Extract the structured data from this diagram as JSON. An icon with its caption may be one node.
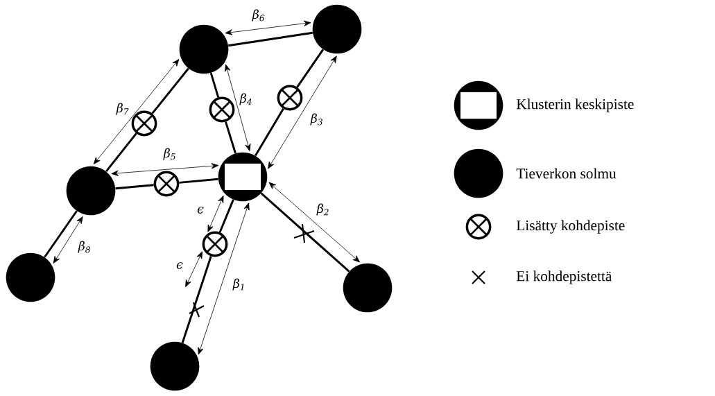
{
  "diagram": {
    "nodes": [
      {
        "text": [],
        "shape": "circle"
      },
      {
        "text": [],
        "shape": "circle"
      },
      {
        "text": [],
        "shape": "circled-box"
      },
      {
        "text": [],
        "shape": "circle"
      },
      {
        "text": [],
        "shape": "circle"
      },
      {
        "text": [],
        "shape": "circle"
      },
      {
        "text": [],
        "shape": "circle"
      },
      {
        "text": [],
        "shape": "circled-cross"
      },
      {
        "text": [],
        "shape": "circled-cross"
      },
      {
        "text": [],
        "shape": "circled-cross"
      },
      {
        "text": [],
        "shape": "circled-cross"
      },
      {
        "text": [],
        "shape": "circled-cross"
      }
    ],
    "edges": [
      {
        "from": 0,
        "to": 1,
        "arrow": "none"
      },
      {
        "from": 0,
        "to": 9,
        "arrow": "none"
      },
      {
        "from": 9,
        "to": 3,
        "arrow": "none"
      },
      {
        "from": 0,
        "to": 7,
        "arrow": "none"
      },
      {
        "from": 7,
        "to": 2,
        "arrow": "none"
      },
      {
        "from": 1,
        "to": 8,
        "arrow": "none"
      },
      {
        "from": 8,
        "to": 2,
        "arrow": "none"
      },
      {
        "from": 3,
        "to": 10,
        "arrow": "none"
      },
      {
        "from": 10,
        "to": 2,
        "arrow": "none"
      },
      {
        "from": 3,
        "to": 4,
        "arrow": "none"
      },
      {
        "from": 2,
        "to": 11,
        "arrow": "none"
      },
      {
        "from": 11,
        "to": 5,
        "arrow": "none"
      },
      {
        "from": 2,
        "to": 6,
        "arrow": "none"
      },
      {
        "from": 0,
        "to": 1,
        "arrow": "both",
        "label": "β$_{6}$"
      },
      {
        "from": 0,
        "to": 3,
        "arrow": "both",
        "label": "β$_{7}$"
      },
      {
        "from": 0,
        "to": 2,
        "arrow": "both",
        "label": "β$_{4}$"
      },
      {
        "from": 1,
        "to": 2,
        "arrow": "both",
        "label": "β$_{3}$"
      },
      {
        "from": 3,
        "to": 2,
        "arrow": "both",
        "label": "β$_{5}$"
      },
      {
        "from": 2,
        "to": 6,
        "arrow": "both",
        "label": "β$_{2}$"
      },
      {
        "from": 2,
        "to": 11,
        "arrow": "both",
        "label": "ϵ"
      },
      {
        "from": 4,
        "to": 3,
        "arrow": "both",
        "label": "β$_{8}$"
      },
      {
        "from": 11,
        "to": null,
        "arrow": "both",
        "label": "ϵ"
      },
      {
        "from": 2,
        "to": 5,
        "arrow": "both",
        "label": "β$_{1}$"
      }
    ],
    "legend": [
      {
        "text": "Klusterin keskipiste"
      },
      {
        "text": "Tieverkon solmu"
      },
      {
        "text": "Lisätty kohdepiste"
      },
      {
        "text": "Ei kohdepistettä"
      }
    ]
  }
}
